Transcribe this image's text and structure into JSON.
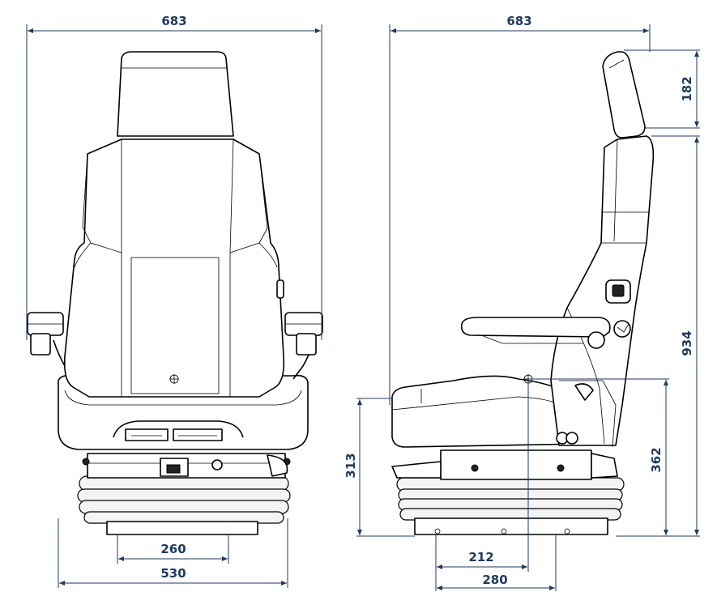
{
  "front_view": {
    "overall_width": "683",
    "base_width": "530",
    "mount_width": "260"
  },
  "side_view": {
    "overall_depth": "683",
    "headrest_adjust": "182",
    "overall_height": "934",
    "seat_height_front": "313",
    "seat_height_rear": "362",
    "mount_offset": "212",
    "mount_length": "280"
  },
  "colors": {
    "dimension": "#1f3a5f",
    "outline": "#000000"
  }
}
